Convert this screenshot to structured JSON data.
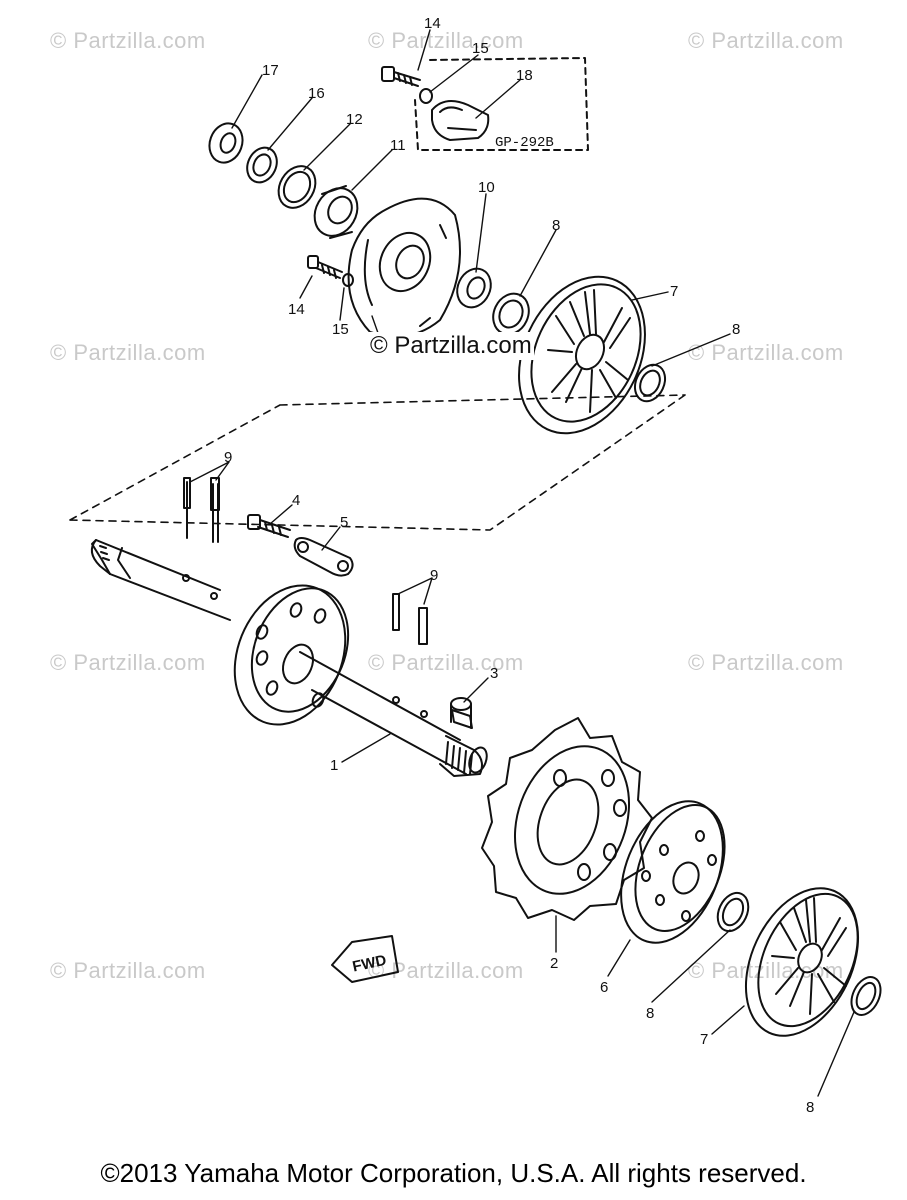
{
  "watermark": "© Partzilla.com",
  "brand_mark": "Partzilla.com",
  "brand_symbol": "©",
  "copyright": "©2013  Yamaha Motor Corporation, U.S.A. All rights reserved.",
  "box_label": "GP-292B",
  "fwd_label": "FWD",
  "callouts": {
    "c1": "1",
    "c2": "2",
    "c3": "3",
    "c4": "4",
    "c5": "5",
    "c6": "6",
    "c7a": "7",
    "c7b": "7",
    "c8a": "8",
    "c8b": "8",
    "c8c": "8",
    "c8d": "8",
    "c9a": "9",
    "c9b": "9",
    "c10": "10",
    "c11": "11",
    "c12": "12",
    "c14a": "14",
    "c14b": "14",
    "c15a": "15",
    "c15b": "15",
    "c16": "16",
    "c17": "17",
    "c18": "18"
  }
}
